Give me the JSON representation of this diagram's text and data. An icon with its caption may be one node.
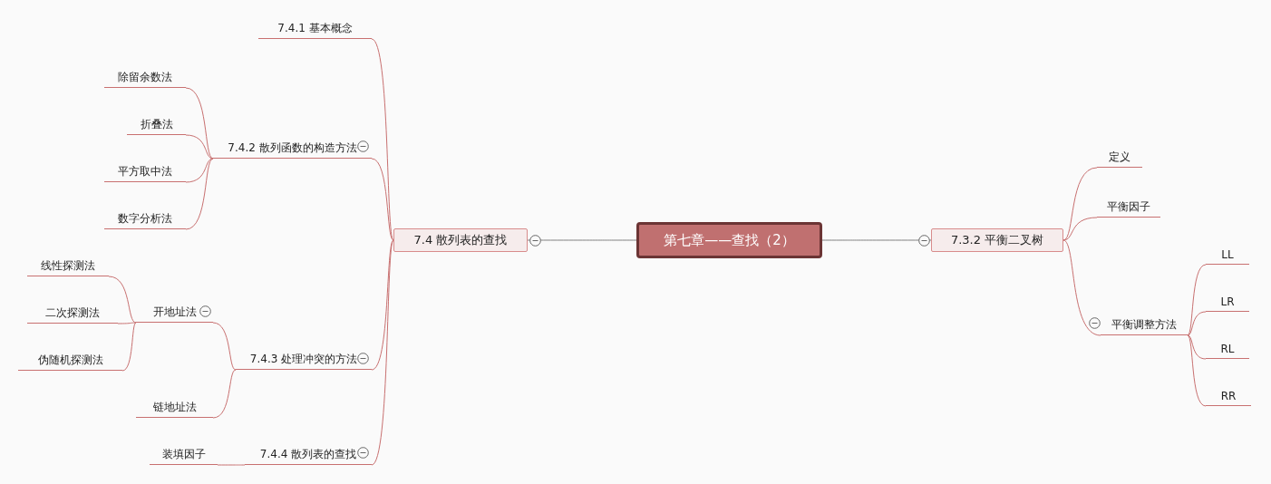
{
  "diagram": {
    "nodes": [
      {
        "text": [
          "第七章——查找（2）"
        ]
      },
      {
        "text": [
          "7.4 散列表的查找"
        ]
      },
      {
        "text": [
          "7.4.1 基本概念"
        ]
      },
      {
        "text": [
          "7.4.2 散列函数的构造方法"
        ]
      },
      {
        "text": [
          "除留余数法"
        ]
      },
      {
        "text": [
          "折叠法"
        ]
      },
      {
        "text": [
          "平方取中法"
        ]
      },
      {
        "text": [
          "数字分析法"
        ]
      },
      {
        "text": [
          "7.4.3 处理冲突的方法"
        ]
      },
      {
        "text": [
          "开地址法"
        ]
      },
      {
        "text": [
          "线性探测法"
        ]
      },
      {
        "text": [
          "二次探测法"
        ]
      },
      {
        "text": [
          "伪随机探测法"
        ]
      },
      {
        "text": [
          "链地址法"
        ]
      },
      {
        "text": [
          "7.4.4 散列表的查找"
        ]
      },
      {
        "text": [
          "装填因子"
        ]
      },
      {
        "text": [
          "7.3.2 平衡二叉树"
        ]
      },
      {
        "text": [
          "定义"
        ]
      },
      {
        "text": [
          "平衡因子"
        ]
      },
      {
        "text": [
          "平衡调整方法"
        ]
      },
      {
        "text": [
          "LL"
        ]
      },
      {
        "text": [
          "LR"
        ]
      },
      {
        "text": [
          "RL"
        ]
      },
      {
        "text": [
          "RR"
        ]
      }
    ],
    "edges": [
      {
        "from": 0,
        "to": 1,
        "arrow": "none",
        "color": "#808080"
      },
      {
        "from": 1,
        "to": 2,
        "arrow": "none"
      },
      {
        "from": 1,
        "to": 3,
        "arrow": "none"
      },
      {
        "from": 3,
        "to": 4,
        "arrow": "none"
      },
      {
        "from": 3,
        "to": 5,
        "arrow": "none"
      },
      {
        "from": 3,
        "to": 6,
        "arrow": "none"
      },
      {
        "from": 3,
        "to": 7,
        "arrow": "none"
      },
      {
        "from": 1,
        "to": 8,
        "arrow": "none"
      },
      {
        "from": 8,
        "to": 9,
        "arrow": "none"
      },
      {
        "from": 9,
        "to": 10,
        "arrow": "none"
      },
      {
        "from": 9,
        "to": 11,
        "arrow": "none"
      },
      {
        "from": 9,
        "to": 12,
        "arrow": "none"
      },
      {
        "from": 8,
        "to": 13,
        "arrow": "none"
      },
      {
        "from": 1,
        "to": 14,
        "arrow": "none"
      },
      {
        "from": 14,
        "to": 15,
        "arrow": "none"
      },
      {
        "from": 0,
        "to": 16,
        "arrow": "none",
        "color": "#808080"
      },
      {
        "from": 16,
        "to": 17,
        "arrow": "none"
      },
      {
        "from": 16,
        "to": 18,
        "arrow": "none"
      },
      {
        "from": 16,
        "to": 19,
        "arrow": "none"
      },
      {
        "from": 19,
        "to": 20,
        "arrow": "none"
      },
      {
        "from": 19,
        "to": 21,
        "arrow": "none"
      },
      {
        "from": 19,
        "to": 22,
        "arrow": "none"
      },
      {
        "from": 19,
        "to": 23,
        "arrow": "none"
      }
    ]
  }
}
